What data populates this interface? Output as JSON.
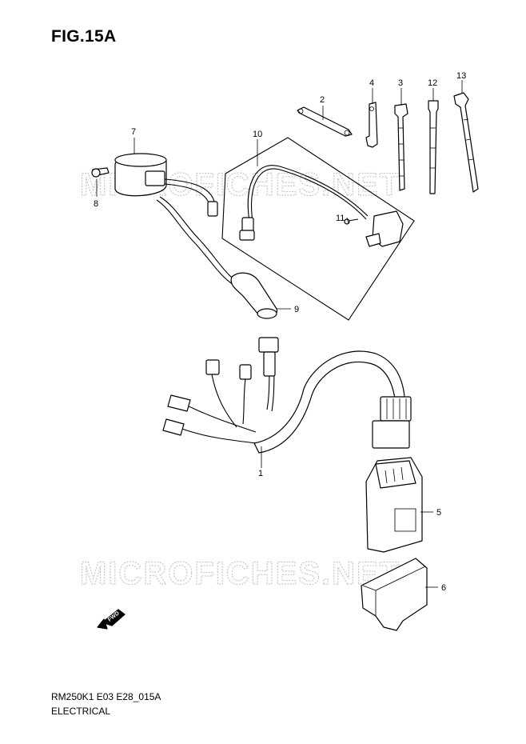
{
  "figure": {
    "title": "FIG.15A"
  },
  "footer": {
    "code": "RM250K1 E03 E28_015A",
    "section": "ELECTRICAL"
  },
  "watermark": {
    "text": "MICROFICHES.NET"
  },
  "direction_badge": {
    "text": "FWD"
  },
  "callouts": [
    {
      "id": "c1",
      "label": "1"
    },
    {
      "id": "c2",
      "label": "2"
    },
    {
      "id": "c3",
      "label": "3"
    },
    {
      "id": "c4",
      "label": "4"
    },
    {
      "id": "c5",
      "label": "5"
    },
    {
      "id": "c6",
      "label": "6"
    },
    {
      "id": "c7",
      "label": "7"
    },
    {
      "id": "c8",
      "label": "8"
    },
    {
      "id": "c9",
      "label": "9"
    },
    {
      "id": "c10",
      "label": "10"
    },
    {
      "id": "c11",
      "label": "11"
    },
    {
      "id": "c12",
      "label": "12"
    },
    {
      "id": "c13",
      "label": "13"
    }
  ]
}
